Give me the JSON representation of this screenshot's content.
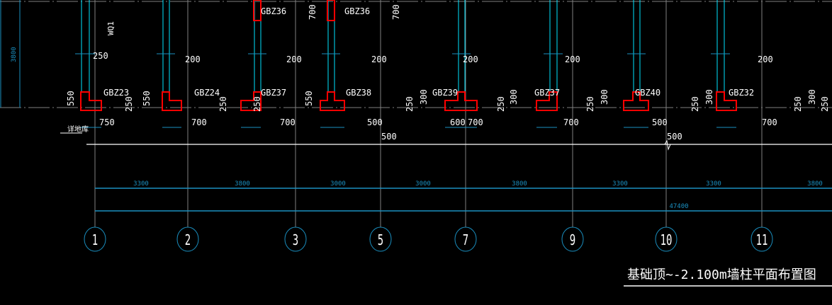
{
  "drawing": {
    "title": "基础顶~-2.100m墙柱平面布置图",
    "level_note": "详地库",
    "left_dimension": "3800",
    "wall_label": "WQ1",
    "axes": [
      "1",
      "2",
      "3",
      "5",
      "7",
      "9",
      "10",
      "11"
    ],
    "spans": [
      "3300",
      "3800",
      "3000",
      "3000",
      "3800",
      "3300",
      "3300",
      "3800"
    ],
    "total": "47400",
    "columns": [
      {
        "label": "GBZ23",
        "top": "250",
        "dims": [
          "550",
          "250"
        ],
        "bottom": [
          "750"
        ]
      },
      {
        "label": "GBZ24",
        "top": "200",
        "dims": [
          "550",
          "250"
        ],
        "bottom": [
          "700"
        ]
      },
      {
        "label": "GBZ37",
        "top": "200",
        "dims": [
          "250",
          "550"
        ],
        "bottom": [
          "700"
        ],
        "upper_label": "GBZ36",
        "upper_dim": "700"
      },
      {
        "label": "GBZ38",
        "top": "200",
        "dims": [
          "250",
          "300"
        ],
        "bottom": [
          "500",
          "500"
        ],
        "upper_label": "GBZ36",
        "upper_dim": "700"
      },
      {
        "label": "GBZ39",
        "top": "200",
        "dims": [
          "250",
          "300"
        ],
        "bottom": [
          "600",
          "700"
        ]
      },
      {
        "label": "GBZ37",
        "top": "200",
        "dims": [
          "250",
          "300"
        ],
        "bottom": [
          "700"
        ]
      },
      {
        "label": "GBZ40",
        "dims": [
          "250",
          "300"
        ],
        "bottom": [
          "500",
          "500"
        ]
      },
      {
        "label": "GBZ32",
        "top": "200",
        "dims": [
          "250",
          "300",
          "250"
        ],
        "bottom": [
          "700"
        ]
      }
    ],
    "colors": {
      "column": "#ff0000",
      "wall": "#00e5ff",
      "dim": "#1a8fc0",
      "grid": "#808080",
      "text": "#ffffff",
      "tag": "#ffb060"
    }
  }
}
